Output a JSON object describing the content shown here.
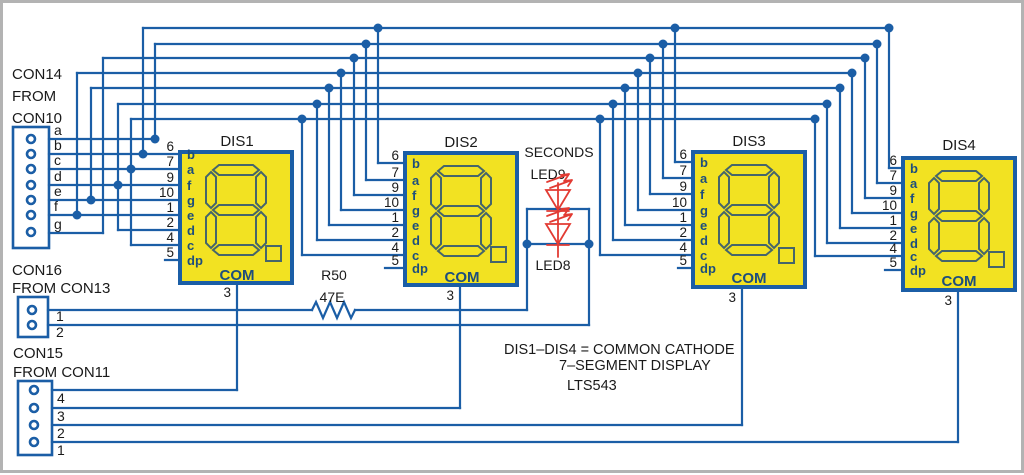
{
  "colors": {
    "wire_blue": "#1b5ea6",
    "display_yellow": "#f2e222",
    "segment_outline": "#45656b",
    "led_red": "#e23b33",
    "text_black": "#1a1a1a",
    "pin_letter_navy": "#1d4e7d"
  },
  "con14": {
    "title": "CON14",
    "from_line1": "FROM",
    "from_line2": "CON10",
    "pin_labels": [
      "a",
      "b",
      "c",
      "d",
      "e",
      "f",
      "g"
    ]
  },
  "con16": {
    "title": "CON16",
    "subtitle": "FROM CON13",
    "pin_labels": [
      "1",
      "2"
    ]
  },
  "con15": {
    "title": "CON15",
    "subtitle": "FROM CON11",
    "pin_labels": [
      "4",
      "3",
      "2",
      "1"
    ]
  },
  "displays": {
    "titles": [
      "DIS1",
      "DIS2",
      "DIS3",
      "DIS4"
    ],
    "pin_numbers": [
      "6",
      "7",
      "9",
      "10",
      "1",
      "2",
      "4",
      "5"
    ],
    "pin_letters": [
      "b",
      "a",
      "f",
      "g",
      "e",
      "d",
      "c",
      "dp"
    ],
    "com_label": "COM",
    "com_pin": "3"
  },
  "resistor": {
    "ref": "R50",
    "value": "47E"
  },
  "seconds": {
    "title": "SECONDS",
    "led_top": "LED9",
    "led_bottom": "LED8"
  },
  "note": {
    "line1": "DIS1–DIS4 = COMMON CATHODE",
    "line2": "7–SEGMENT DISPLAY",
    "line3": "LTS543"
  }
}
